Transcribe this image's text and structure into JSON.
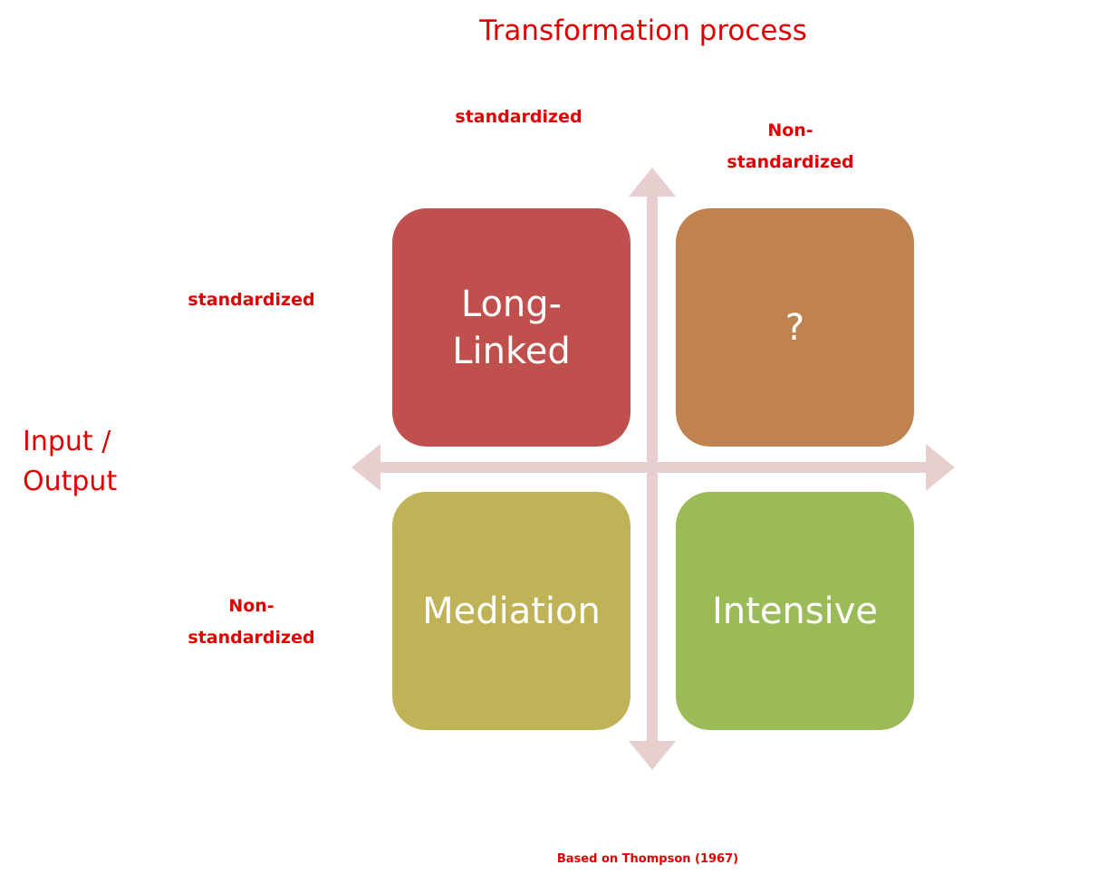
{
  "title": "Transformation process",
  "top_labels": {
    "left": "standardized",
    "right_line1": "Non-",
    "right_line2": "standardized"
  },
  "side_labels": {
    "top": "standardized",
    "bottom_line1": "Non-",
    "bottom_line2": "standardized"
  },
  "axis_label": {
    "line1": "Input /",
    "line2": "Output"
  },
  "quadrants": [
    {
      "line1": "Long-",
      "line2": "Linked",
      "color": "#c0504d"
    },
    {
      "line1": "?",
      "color": "#c0834f"
    },
    {
      "line1": "Mediation",
      "color": "#bfb257"
    },
    {
      "line1": "Intensive",
      "color": "#9bbb59"
    }
  ],
  "arrow_color": "#e8cfcf",
  "footnote": "Based on Thompson (1967)"
}
